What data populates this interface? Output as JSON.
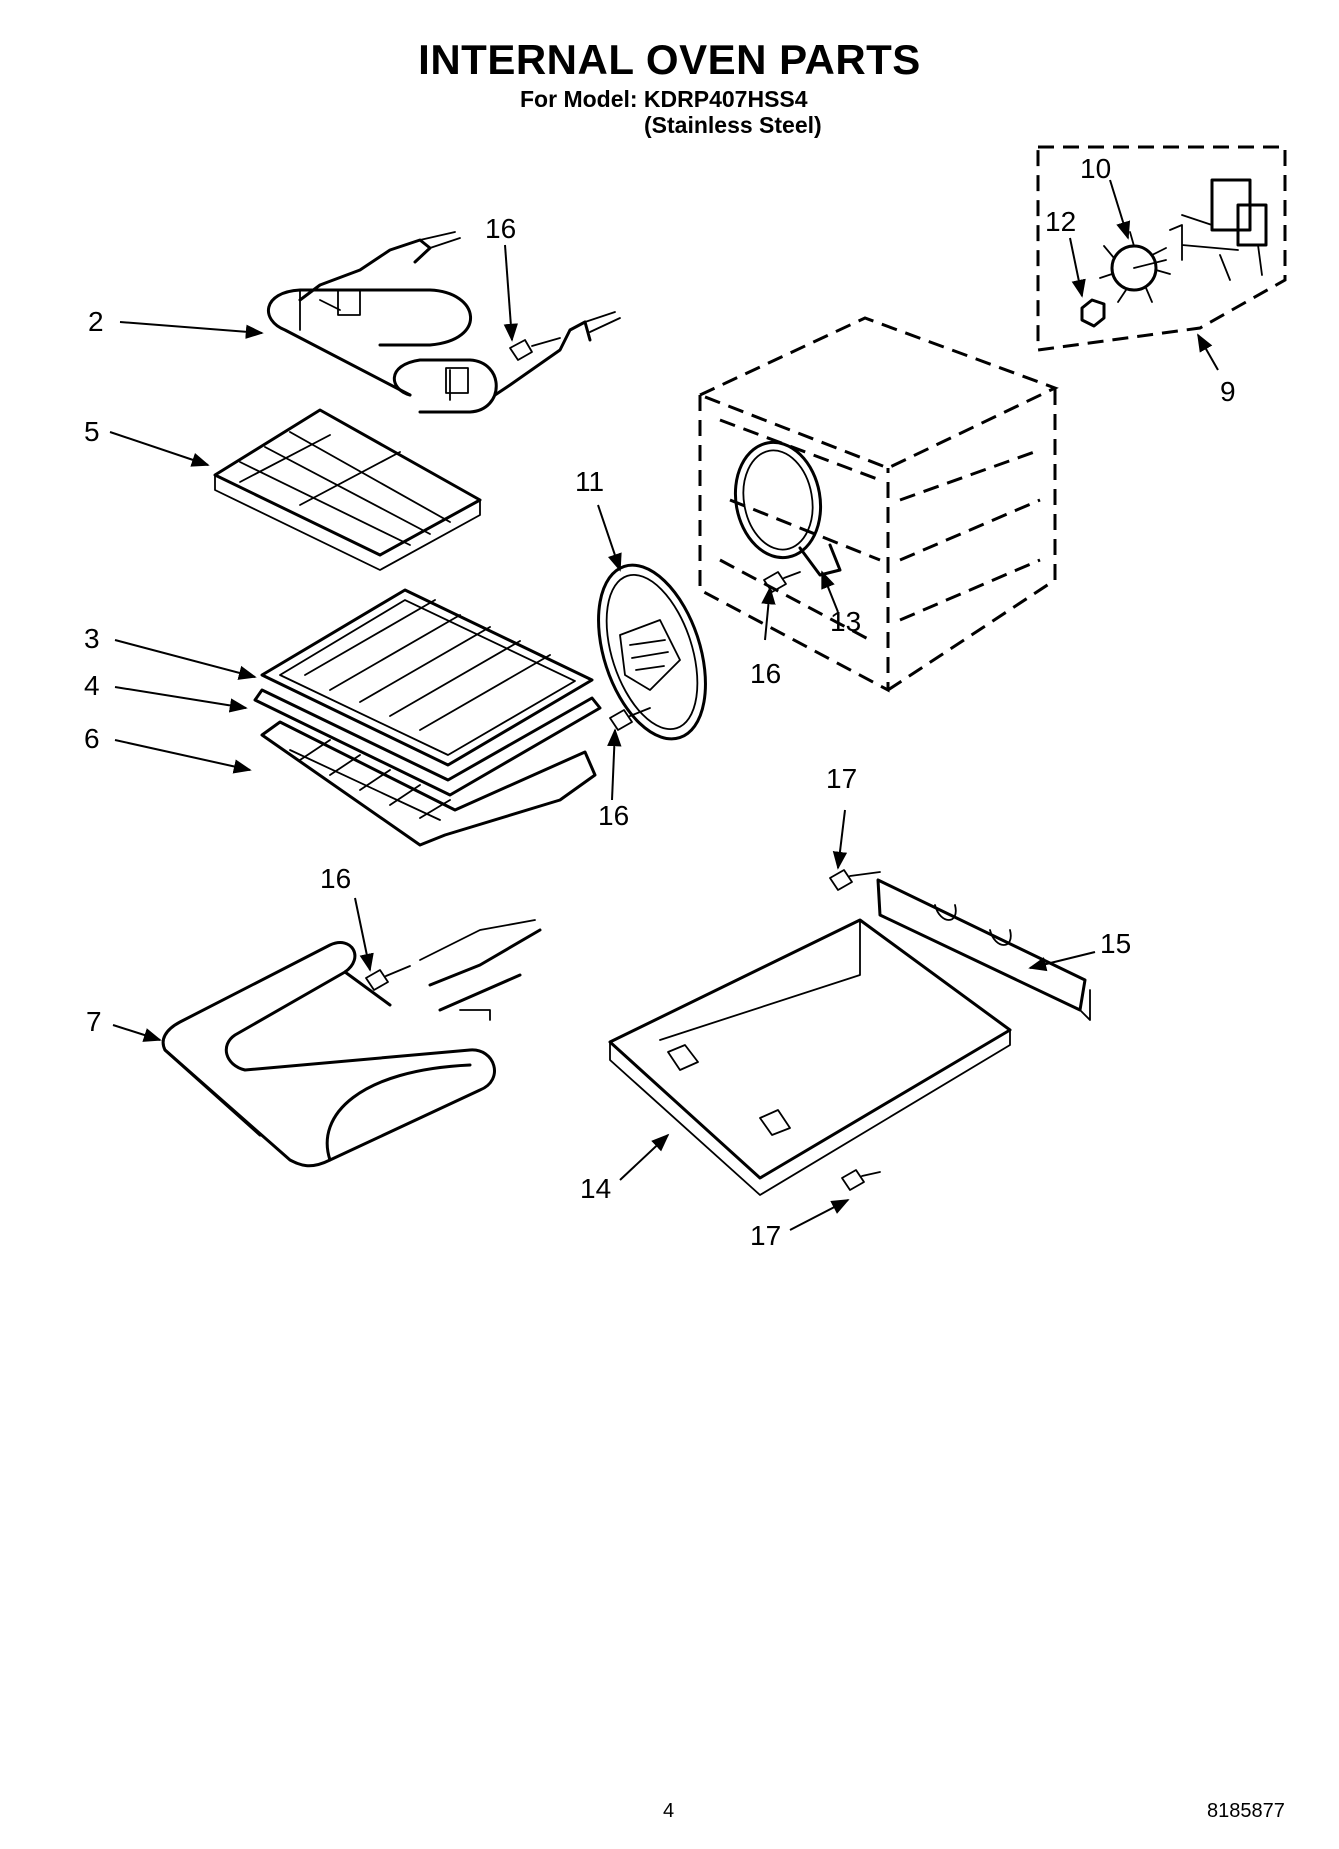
{
  "header": {
    "title": "INTERNAL OVEN PARTS",
    "model_line": "For Model: KDRP407HSS4",
    "variant_line": "(Stainless Steel)"
  },
  "callouts": {
    "c2": "2",
    "c3": "3",
    "c4": "4",
    "c5": "5",
    "c6": "6",
    "c7": "7",
    "c9": "9",
    "c10": "10",
    "c11": "11",
    "c12": "12",
    "c13": "13",
    "c14": "14",
    "c15": "15",
    "c16a": "16",
    "c16b": "16",
    "c16c": "16",
    "c16d": "16",
    "c17a": "17",
    "c17b": "17"
  },
  "footer": {
    "page_number": "4",
    "document_number": "8185877"
  }
}
